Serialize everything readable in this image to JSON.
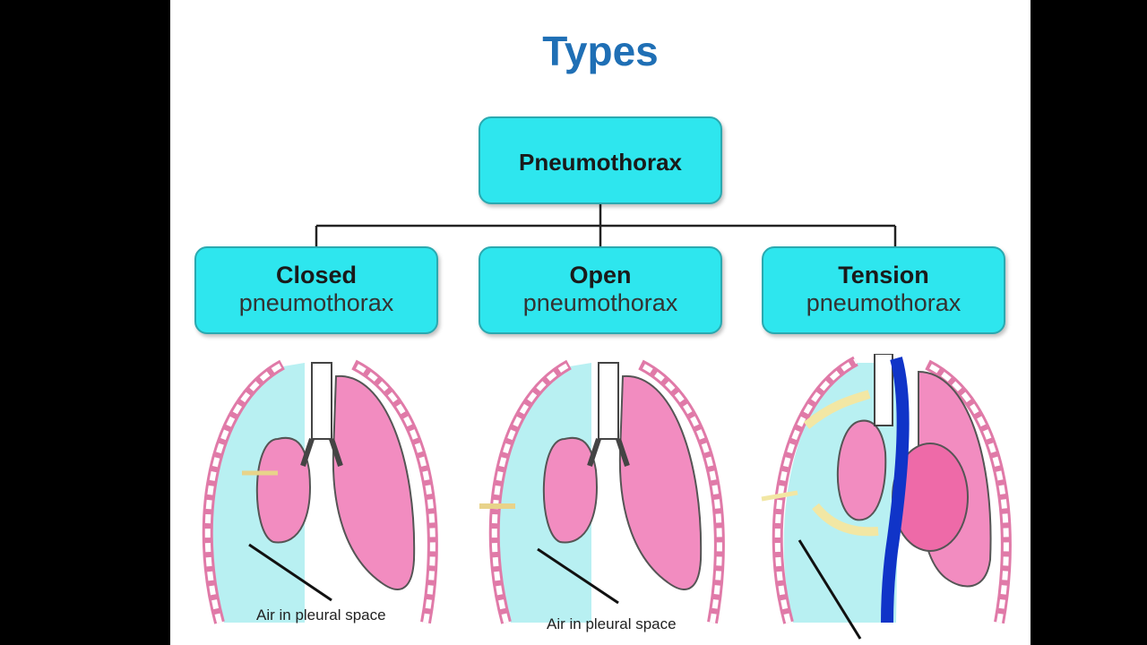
{
  "slide": {
    "title": "Types"
  },
  "diagram": {
    "root": "Pneumothorax",
    "types": [
      {
        "bold": "Closed",
        "sub": "pneumothorax"
      },
      {
        "bold": "Open",
        "sub": "pneumothorax"
      },
      {
        "bold": "Tension",
        "sub": "pneumothorax"
      }
    ]
  },
  "illustrations": {
    "closed_caption": "Air in pleural space",
    "open_caption": "Air in pleural space"
  },
  "colors": {
    "title": "#1f6fb5",
    "box": "#2ee6ee",
    "pleural_air": "#b8f0f2",
    "lung": "#f28cc0",
    "vein": "#1034c8"
  }
}
